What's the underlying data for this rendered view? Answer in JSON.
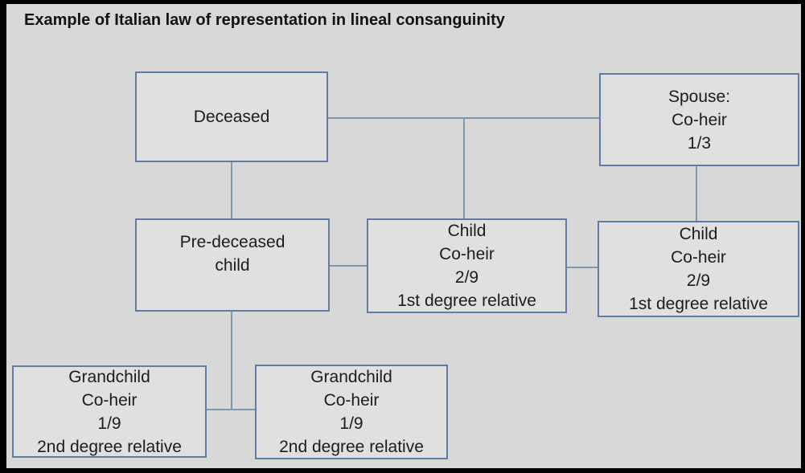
{
  "title": "Example of Italian law of representation in lineal consanguinity",
  "colors": {
    "frame": "#000000",
    "canvas_background": "#d8d8d8",
    "box_fill": "#e0e0e0",
    "box_border": "#5e7ca6",
    "connector": "#8096ac",
    "text": "#1c1c1c"
  },
  "nodes": {
    "deceased": {
      "lines": [
        "Deceased"
      ]
    },
    "spouse": {
      "lines": [
        "Spouse:",
        "Co-heir",
        "1/3"
      ]
    },
    "predeceased_child": {
      "lines": [
        "Pre-deceased",
        "child"
      ]
    },
    "child_middle": {
      "lines": [
        "Child",
        "Co-heir",
        "2/9",
        "1st degree relative"
      ]
    },
    "child_right": {
      "lines": [
        "Child",
        "Co-heir",
        "2/9",
        "1st degree relative"
      ]
    },
    "grandchild_left": {
      "lines": [
        "Grandchild",
        "Co-heir",
        "1/9",
        "2nd degree relative"
      ]
    },
    "grandchild_center": {
      "lines": [
        "Grandchild",
        "Co-heir",
        "1/9",
        "2nd degree relative"
      ]
    }
  },
  "edges": [
    {
      "from": "deceased",
      "to": "spouse"
    },
    {
      "from": "deceased",
      "to": "predeceased_child"
    },
    {
      "from": "deceased",
      "to": "child_middle"
    },
    {
      "from": "spouse",
      "to": "child_right"
    },
    {
      "from": "predeceased_child",
      "to": "child_middle"
    },
    {
      "from": "child_middle",
      "to": "child_right"
    },
    {
      "from": "predeceased_child",
      "to": "grandchild_left"
    },
    {
      "from": "predeceased_child",
      "to": "grandchild_center"
    }
  ]
}
